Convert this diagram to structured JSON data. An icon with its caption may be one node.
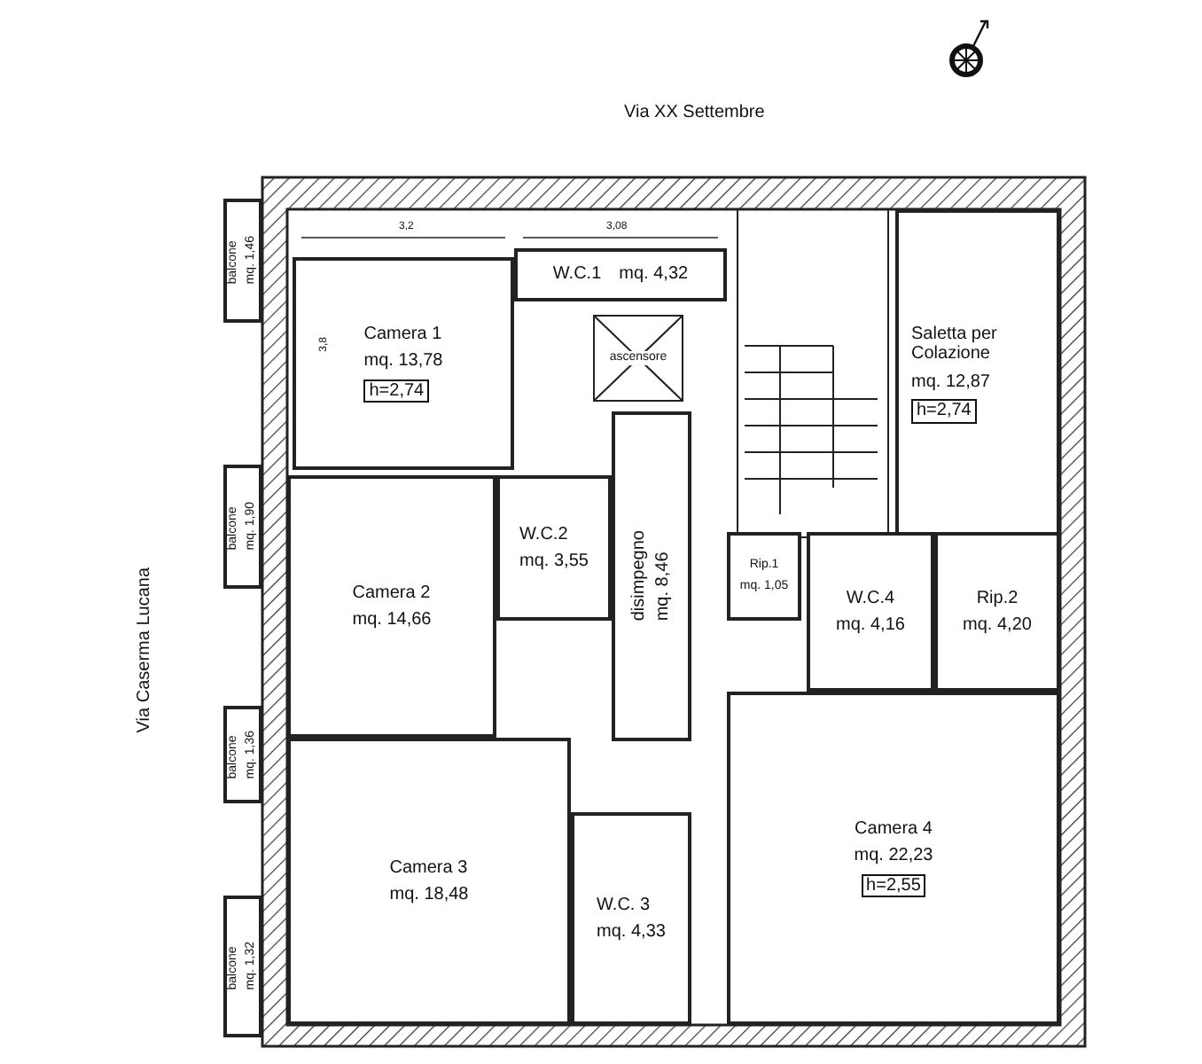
{
  "diagram": {
    "nodes": [
      {
        "text": [
          "Camera 1",
          "mq. 13,78",
          "h=2,74"
        ]
      },
      {
        "text": [
          "W.C.1",
          "mq. 4,32"
        ]
      },
      {
        "text": [
          "ascensore"
        ]
      },
      {
        "text": [
          "Saletta per Colazione",
          "mq. 12,87",
          "h=2,74"
        ]
      },
      {
        "text": [
          "balcone",
          "mq. 1,46"
        ]
      },
      {
        "text": [
          "Camera 2",
          "mq. 14,66"
        ]
      },
      {
        "text": [
          "W.C.2",
          "mq. 3,55"
        ]
      },
      {
        "text": [
          "disimpegno",
          "mq. 8,46"
        ]
      },
      {
        "text": [
          "balcone",
          "mq. 1,90"
        ]
      },
      {
        "text": [
          "Rip.1",
          "mq. 1,05"
        ]
      },
      {
        "text": [
          "W.C.4",
          "mq. 4,16"
        ]
      },
      {
        "text": [
          "Rip.2",
          "mq. 4,20"
        ]
      },
      {
        "text": [
          "balcone",
          "mq. 1,36"
        ]
      },
      {
        "text": [
          "Camera 3",
          "mq. 18,48"
        ]
      },
      {
        "text": [
          "W.C. 3",
          "mq. 4,33"
        ]
      },
      {
        "text": [
          "Camera 4",
          "mq. 22,23",
          "h=2,55"
        ]
      },
      {
        "text": [
          "balcone",
          "mq. 1,32"
        ]
      }
    ],
    "edges": [],
    "labels": [
      "Via XX Settembre",
      "3,2",
      "3,08",
      "3,8",
      "Via Caserma Lucana"
    ]
  }
}
